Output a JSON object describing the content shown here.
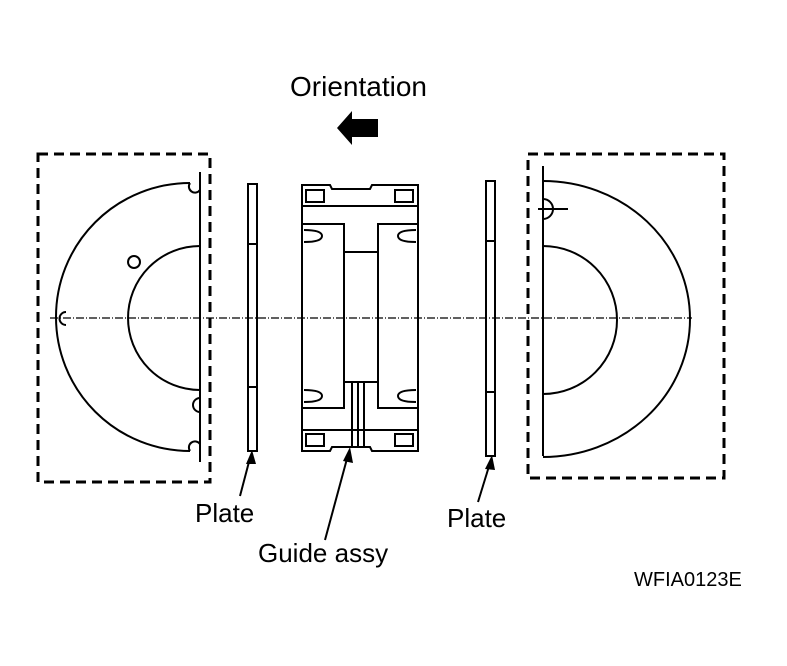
{
  "labels": {
    "orientation": "Orientation",
    "plate_left": "Plate",
    "plate_right": "Plate",
    "guide_assy": "Guide assy",
    "figure_code": "WFIA0123E"
  },
  "colors": {
    "ink": "#000000",
    "paper": "#ffffff"
  },
  "icons": {
    "orientation_arrow": "left-arrow-icon"
  }
}
